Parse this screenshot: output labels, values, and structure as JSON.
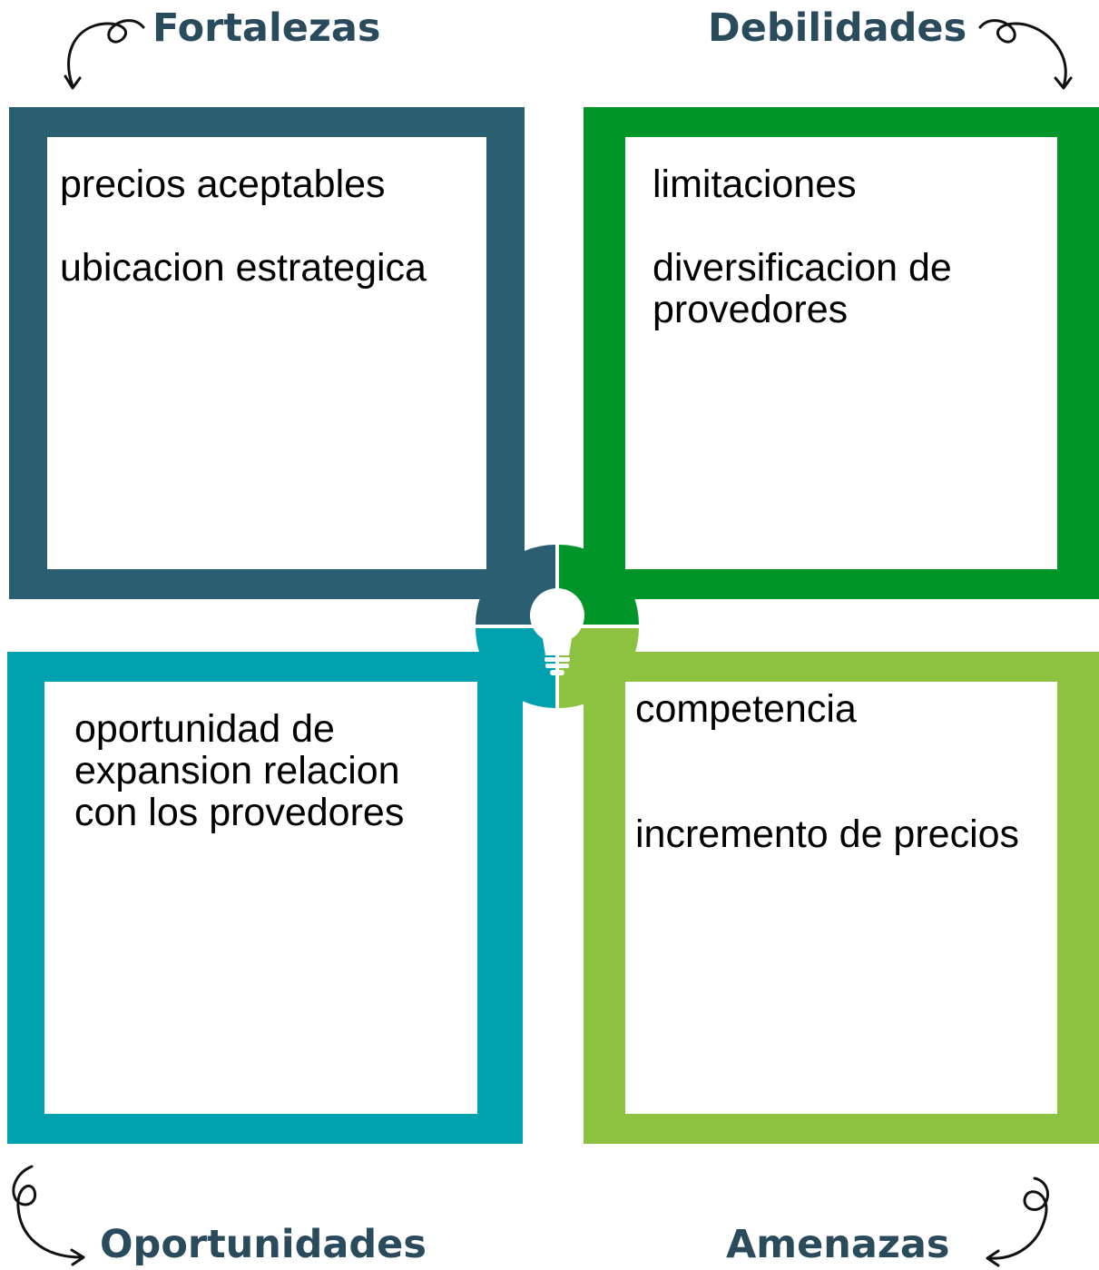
{
  "quadrants": {
    "fortalezas": {
      "title": "Fortalezas",
      "color": "#2a5f72",
      "items": [
        "precios aceptables",
        "ubicacion estrategica"
      ]
    },
    "debilidades": {
      "title": "Debilidades",
      "color": "#009528",
      "items": [
        "limitaciones",
        "diversificacion de provedores"
      ]
    },
    "oportunidades": {
      "title": "Oportunidades",
      "color": "#00a1af",
      "items": [
        "oportunidad de expansion relacion con los provedores"
      ]
    },
    "amenazas": {
      "title": "Amenazas",
      "color": "#8dc241",
      "items": [
        "competencia",
        "incremento de precios"
      ]
    }
  },
  "center": {
    "icon": "lightbulb-icon"
  },
  "decorations": [
    "curly-arrow-icon"
  ],
  "title_color": "#2a4b5c"
}
